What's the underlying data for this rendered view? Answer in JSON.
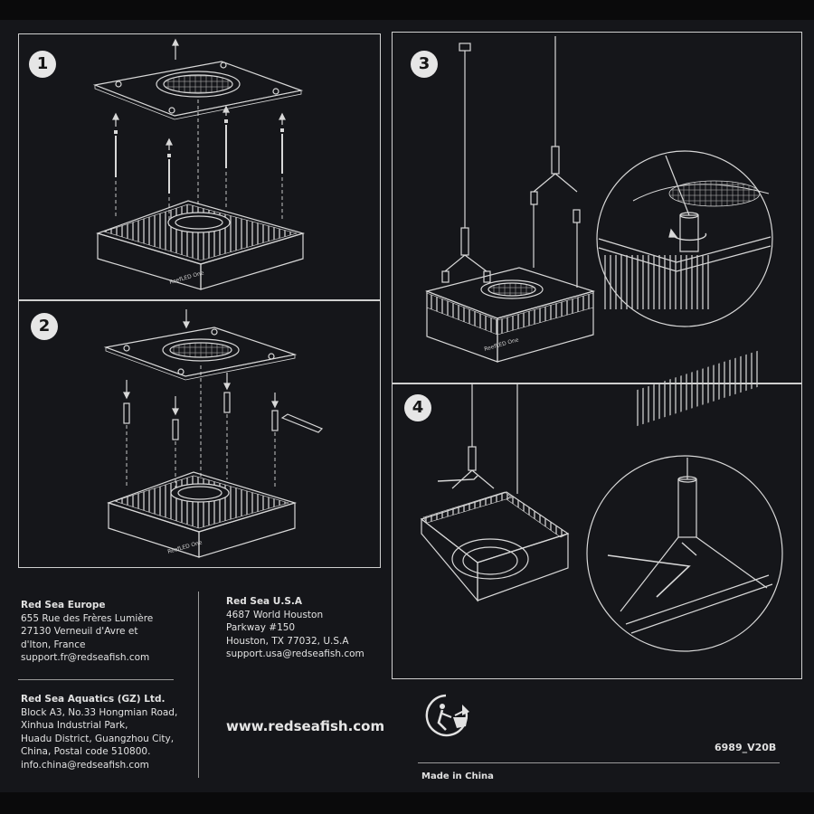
{
  "steps": [
    {
      "number": "1"
    },
    {
      "number": "2"
    },
    {
      "number": "3"
    },
    {
      "number": "4"
    }
  ],
  "product_label": "ReefLED One",
  "addresses": {
    "europe": {
      "name": "Red Sea Europe",
      "lines": [
        "655 Rue des Frères Lumière",
        "27130 Verneuil d'Avre et",
        "d'Iton, France",
        "support.fr@redseafish.com"
      ]
    },
    "usa": {
      "name": "Red Sea U.S.A",
      "lines": [
        "4687 World Houston",
        "Parkway #150",
        "Houston, TX 77032, U.S.A",
        "support.usa@redseafish.com"
      ]
    },
    "china": {
      "name": "Red Sea Aquatics (GZ) Ltd.",
      "lines": [
        "Block A3, No.33 Hongmian Road,",
        "Xinhua Industrial Park,",
        "Huadu District, Guangzhou City,",
        "China, Postal code 510800.",
        "info.china@redseafish.com"
      ]
    }
  },
  "website": "www.redseafish.com",
  "product_code": "6989_V20B",
  "made_in": "Made in China",
  "icons": [
    "recycle-bin-icon"
  ],
  "colors": {
    "background": "#15161a",
    "line": "#d8d8d8",
    "badge": "#e6e6e6"
  }
}
